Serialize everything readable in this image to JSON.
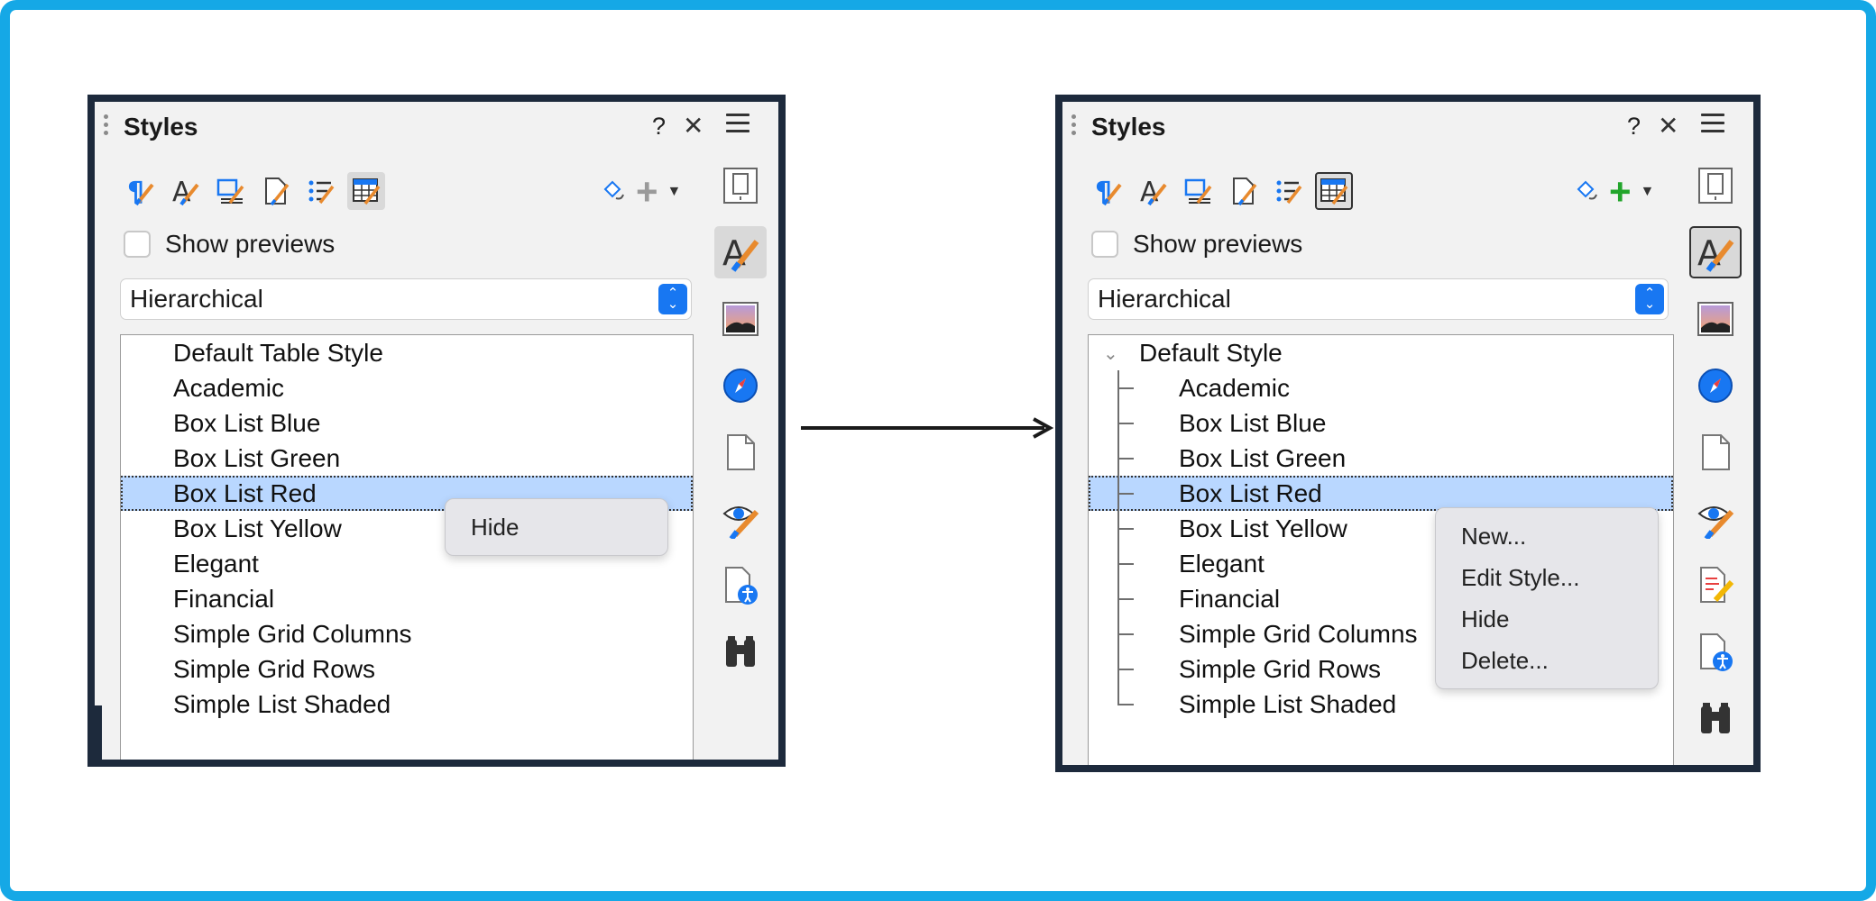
{
  "left_panel": {
    "title": "Styles",
    "help": "?",
    "close": "✕",
    "show_previews": "Show previews",
    "select_value": "Hierarchical",
    "items": [
      "Default Table Style",
      "Academic",
      "Box List Blue",
      "Box List Green",
      "Box List Red",
      "Box List Yellow",
      "Elegant",
      "Financial",
      "Simple Grid Columns",
      "Simple Grid Rows",
      "Simple List Shaded"
    ],
    "selected_index": 4,
    "context_menu": [
      "Hide"
    ]
  },
  "right_panel": {
    "title": "Styles",
    "help": "?",
    "close": "✕",
    "show_previews": "Show previews",
    "select_value": "Hierarchical",
    "root": "Default Style",
    "items": [
      "Academic",
      "Box List Blue",
      "Box List Green",
      "Box List Red",
      "Box List Yellow",
      "Elegant",
      "Financial",
      "Simple Grid Columns",
      "Simple Grid Rows",
      "Simple List Shaded"
    ],
    "selected_index": 3,
    "context_menu": [
      "New...",
      "Edit Style...",
      "Hide",
      "Delete..."
    ]
  },
  "colors": {
    "frame": "#15a8e6",
    "panel_border": "#1d2a3c",
    "selection": "#b9d7ff",
    "accent_blue": "#1877f2",
    "add_green": "#22a52b",
    "add_gray": "#9a9a9a"
  },
  "icons": {
    "toolbar": [
      "paragraph-styles-icon",
      "character-styles-icon",
      "frame-styles-icon",
      "page-styles-icon",
      "list-styles-icon",
      "table-styles-icon"
    ],
    "sidebar": [
      "properties-icon",
      "styles-icon",
      "gallery-icon",
      "navigator-icon",
      "page-icon",
      "style-inspector-icon",
      "accessibility-check-icon",
      "find-replace-icon"
    ]
  }
}
